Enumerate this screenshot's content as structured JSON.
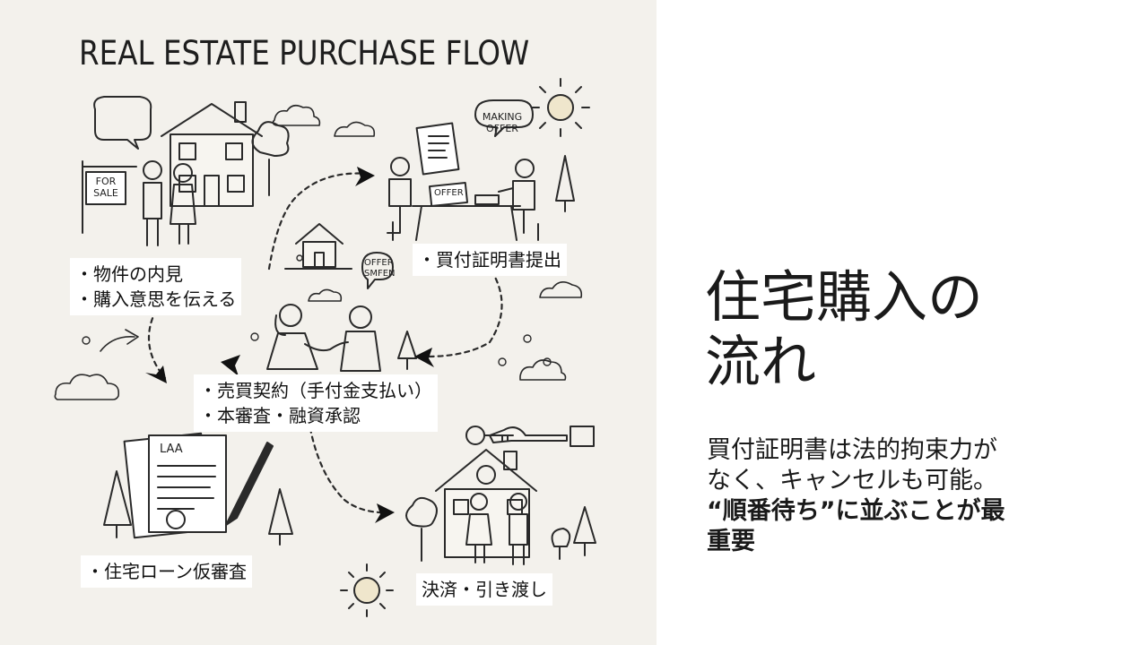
{
  "illustration": {
    "title": "REAL ESTATE PURCHASE FLOW",
    "doodle_texts": {
      "sign": "FOR SALE",
      "bubble_making_offer": "MAKING OFFER",
      "bubble_offer_sent": "OFFER SMFEN",
      "table_paper": "OFFER",
      "document": "LAA"
    },
    "steps": {
      "step1": [
        "・物件の内見",
        "・購入意思を伝える"
      ],
      "step2": [
        "・買付証明書提出"
      ],
      "step3": [
        "・売買契約（手付金支払い）",
        "・本審査・融資承認"
      ],
      "step4": [
        "・住宅ローン仮審査"
      ],
      "step5": [
        "決済・引き渡し"
      ]
    }
  },
  "slide": {
    "title_line1": "住宅購入の",
    "title_line2": "流れ",
    "body_line1": "買付証明書は法的拘束力が",
    "body_line2": "なく、キャンセルも可能。",
    "body_strong1": "“順番待ち”に並ぶことが最",
    "body_strong2": "重要"
  }
}
